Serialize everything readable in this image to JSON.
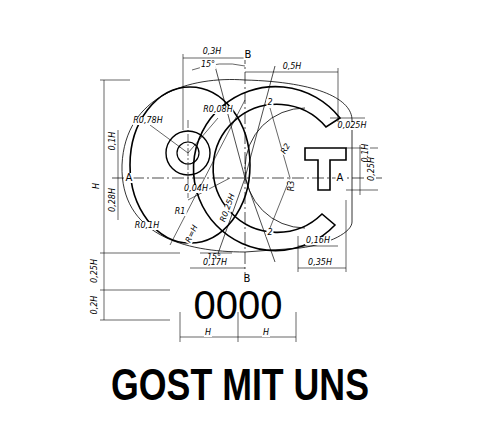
{
  "diagram": {
    "caption": "GOST MIT UNS",
    "labels": [
      "0,3H",
      "B",
      "15°",
      "0,5H",
      "R0,78H",
      "R0,08H",
      "2",
      "0,025H",
      "0,1H",
      "R2",
      "0,1H",
      "0,25H",
      "A",
      "A",
      "0,28H",
      "0,04H",
      "R0,25H",
      "R3",
      "R1",
      "R0,1H",
      "R=H",
      "2",
      "0,16H",
      "H",
      "0,25H",
      "15°",
      "0,17H",
      "B",
      "0,35H",
      "0,2H",
      "0000",
      "H",
      "H"
    ]
  }
}
